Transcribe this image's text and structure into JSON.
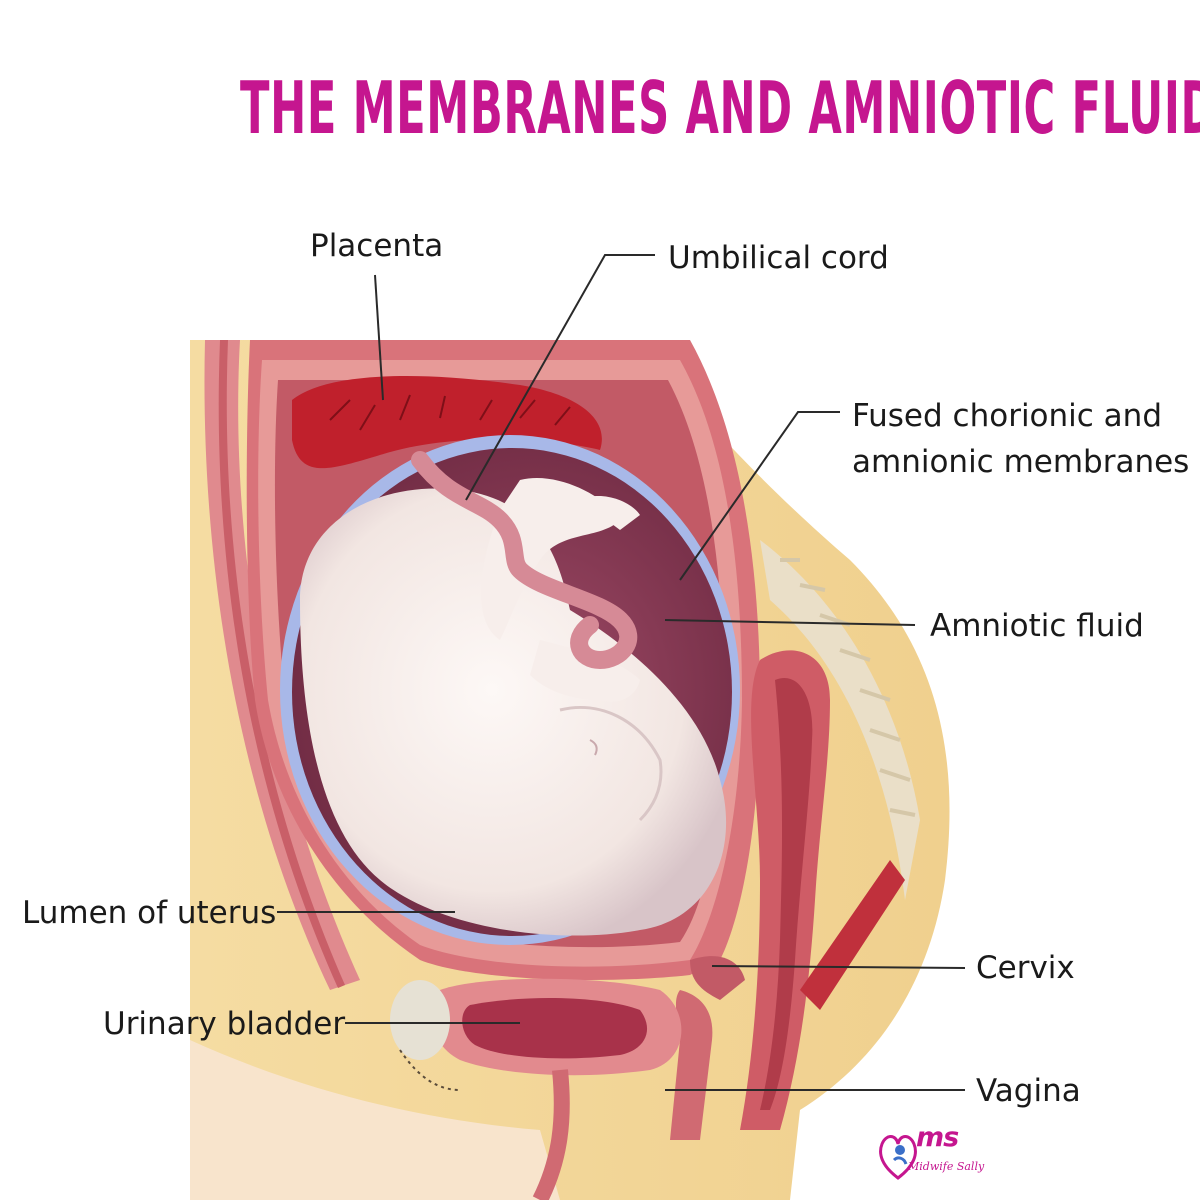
{
  "title": "THE MEMBRANES AND AMNIOTIC FLUID",
  "labels": {
    "placenta": "Placenta",
    "umbilical_cord": "Umbilical cord",
    "fused_membranes_line1": "Fused chorionic and",
    "fused_membranes_line2": "amnionic membranes",
    "amniotic_fluid": "Amniotic fluid",
    "lumen_of_uterus": "Lumen of uterus",
    "cervix": "Cervix",
    "urinary_bladder": "Urinary bladder",
    "vagina": "Vagina"
  },
  "logo": {
    "monogram": "ms",
    "text": "Midwife Sally"
  },
  "colors": {
    "title": "#c5168f",
    "skin": "#f3d79a",
    "uterine_wall": "#d9737a",
    "placenta": "#c0202c",
    "amniotic_fluid": "#8a3d55",
    "membrane": "#a8b8e8",
    "fetus": "#f5ece8"
  }
}
